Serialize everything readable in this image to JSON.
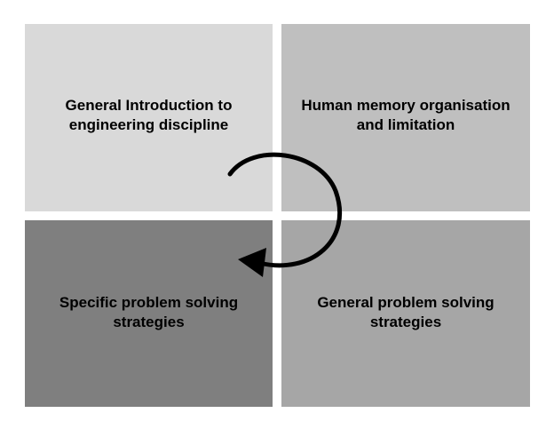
{
  "quadrants": {
    "top_left": {
      "label": "General Introduction to\nengineering discipline",
      "color": "#d9d9d9"
    },
    "top_right": {
      "label": "Human memory organisation\nand limitation",
      "color": "#bfbfbf"
    },
    "bottom_left": {
      "label": "Specific problem solving\nstrategies",
      "color": "#7f7f7f"
    },
    "bottom_right": {
      "label": "General problem solving\nstrategies",
      "color": "#a6a6a6"
    }
  },
  "arrow": {
    "icon": "circular-arrow-icon",
    "color": "#000000"
  }
}
